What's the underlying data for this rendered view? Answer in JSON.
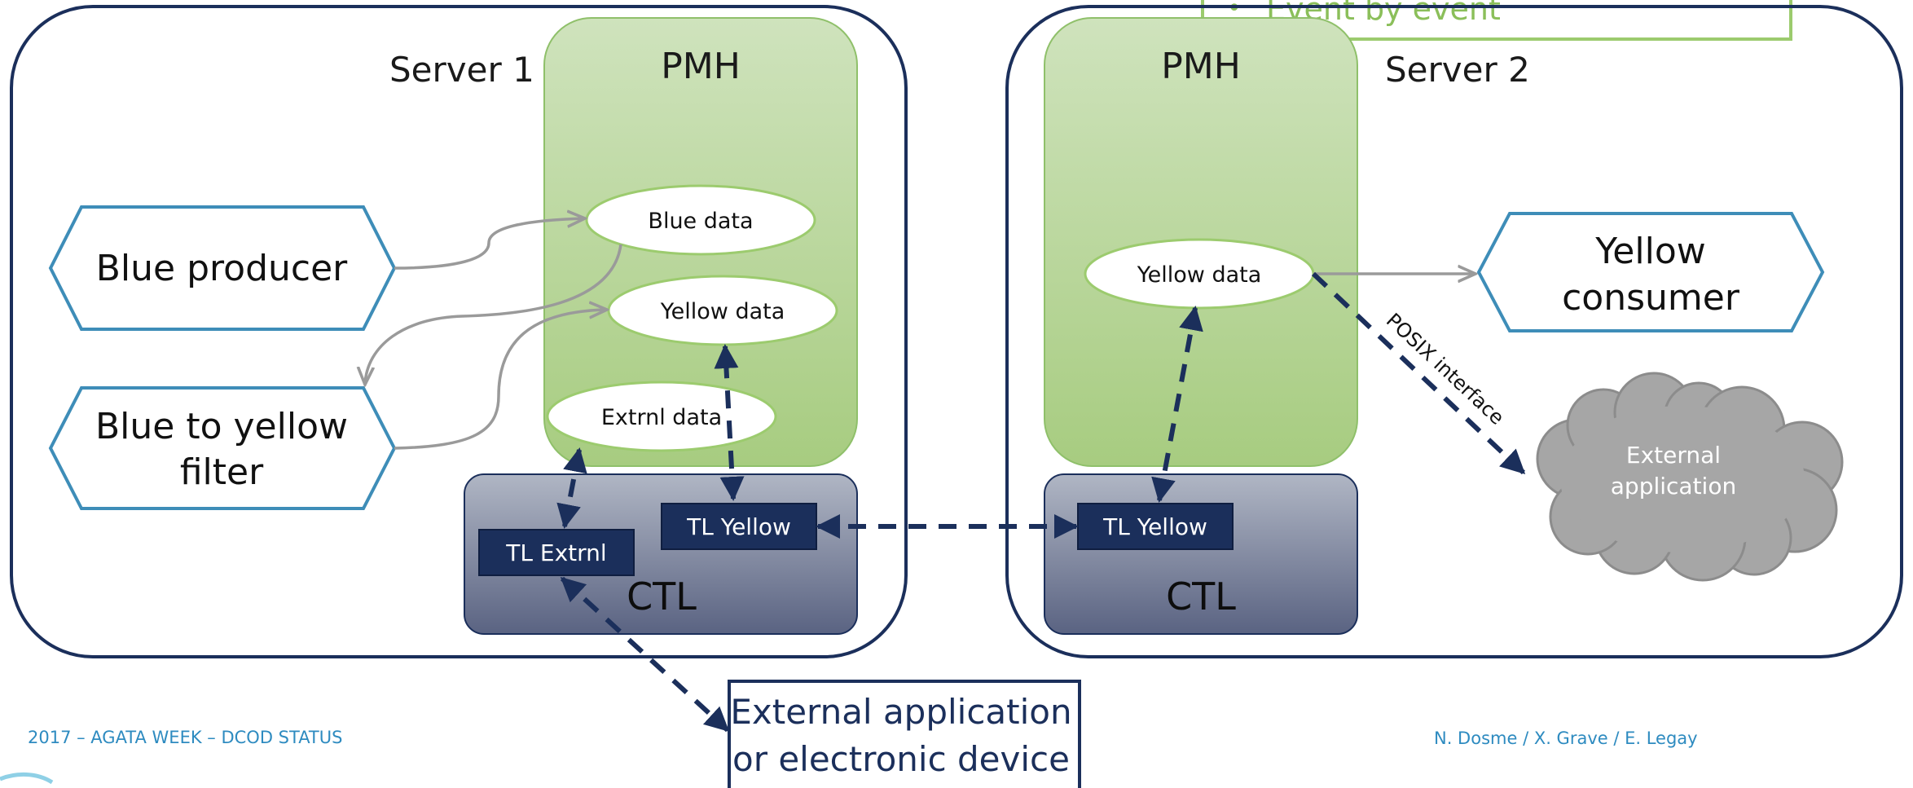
{
  "slide": {
    "banner_bullet": "•",
    "banner_text": "Event by event",
    "footer_left": "2017 – AGATA WEEK – DCOD STATUS",
    "footer_right": "N. Dosme / X. Grave / E. Legay"
  },
  "server1": {
    "title": "Server 1",
    "pmh_label": "PMH",
    "ctl_label": "CTL",
    "data_blue": "Blue data",
    "data_yellow": "Yellow data",
    "data_extrnl": "Extrnl data",
    "tl_yellow": "TL Yellow",
    "tl_extrnl": "TL Extrnl"
  },
  "server2": {
    "title": "Server 2",
    "pmh_label": "PMH",
    "ctl_label": "CTL",
    "data_yellow": "Yellow data",
    "tl_yellow": "TL Yellow"
  },
  "external": {
    "blue_producer": "Blue producer",
    "filter_line1": "Blue to yellow",
    "filter_line2": "filter",
    "consumer_line1": "Yellow",
    "consumer_line2": "consumer",
    "cloud_line1": "External",
    "cloud_line2": "application",
    "posix_label": "POSIX interface",
    "device_line1": "External application",
    "device_line2": "or electronic device"
  },
  "colors": {
    "navy": "#1B2F5B",
    "hex_border": "#3E8DB8",
    "green_top": "#CFE3BD",
    "green_bottom": "#A7CC80",
    "ctl_top": "#B0B6C4",
    "ctl_bottom": "#5A6382",
    "cloud": "#A6A6A6",
    "banner_green": "#8BBF5A",
    "footer_blue": "#2E8BC0"
  }
}
